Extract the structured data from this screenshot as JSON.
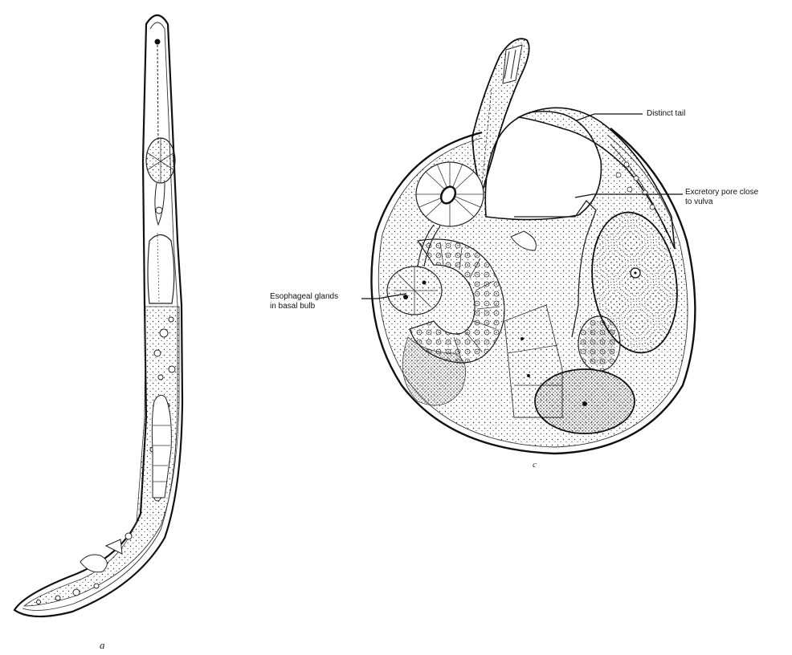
{
  "figure": {
    "panel_a": {
      "letter": "a"
    },
    "panel_c": {
      "letter": "c",
      "labels": {
        "tail": "Distinct tail",
        "pore_line1": "Excretory pore close",
        "pore_line2": "to vulva",
        "glands_line1": "Esophageal glands",
        "glands_line2": "in basal bulb"
      }
    }
  }
}
